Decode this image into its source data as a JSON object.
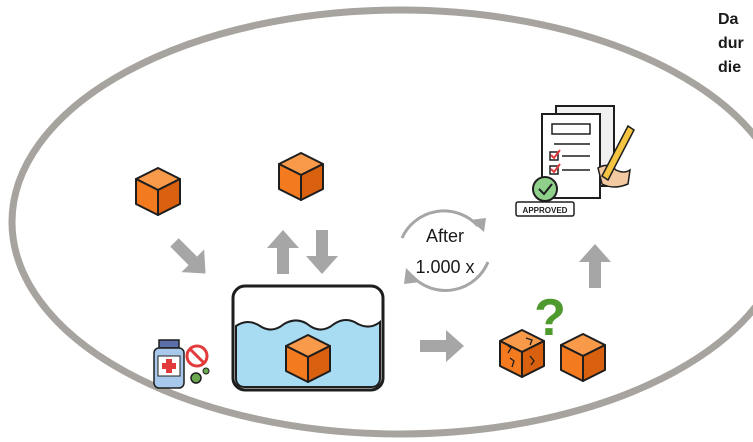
{
  "side_text": {
    "line1": "Da",
    "line2": "dur",
    "line3": "die"
  },
  "cycle": {
    "line1": "After",
    "line2": "1.000 x"
  },
  "stamp": {
    "label": "APPROVED"
  },
  "question_mark": "?",
  "colors": {
    "ellipse": "#a7a39f",
    "cube_front": "#f47a1f",
    "cube_top": "#f89a4a",
    "cube_side": "#d8600f",
    "arrow": "#a6a6a6",
    "water": "#a8dcf2",
    "question": "#4f9a2e",
    "outline": "#1e1e1e"
  },
  "icons": [
    "cube-icon",
    "arrow-down-right-icon",
    "arrow-up-icon",
    "arrow-down-icon",
    "water-tank-icon",
    "medicine-bottle-icon",
    "prohibited-icon",
    "gear-icon",
    "cycle-arrows-icon",
    "arrow-right-icon",
    "approved-document-icon",
    "question-mark-icon"
  ]
}
